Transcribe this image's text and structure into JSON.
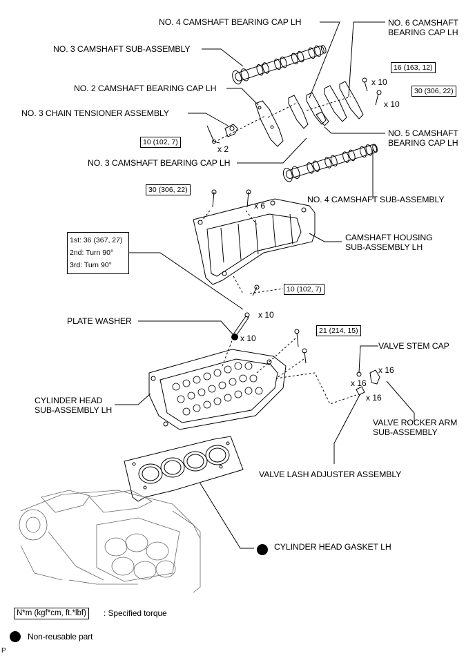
{
  "labels": {
    "no4_cap": "NO. 4 CAMSHAFT BEARING CAP LH",
    "no6_cap_1": "NO. 6 CAMSHAFT",
    "no6_cap_2": "BEARING CAP LH",
    "no3_sub": "NO. 3 CAMSHAFT SUB-ASSEMBLY",
    "no2_cap": "NO. 2 CAMSHAFT BEARING CAP LH",
    "no3_tensioner": "NO. 3 CHAIN TENSIONER ASSEMBLY",
    "no5_cap_1": "NO. 5 CAMSHAFT",
    "no5_cap_2": "BEARING CAP LH",
    "no3_cap": "NO. 3 CAMSHAFT BEARING CAP LH",
    "no4_sub": "NO. 4 CAMSHAFT SUB-ASSEMBLY",
    "housing_1": "CAMSHAFT HOUSING",
    "housing_2": "SUB-ASSEMBLY LH",
    "plate_washer": "PLATE WASHER",
    "valve_stem_cap": "VALVE STEM CAP",
    "cyl_head_1": "CYLINDER HEAD",
    "cyl_head_2": "SUB-ASSEMBLY LH",
    "rocker_1": "VALVE ROCKER ARM",
    "rocker_2": "SUB-ASSEMBLY",
    "lash_adjuster": "VALVE LASH ADJUSTER ASSEMBLY",
    "gasket": "CYLINDER HEAD GASKET LH"
  },
  "torques": {
    "t16": "16 (163, 12)",
    "t30a": "30 (306, 22)",
    "t10a": "10 (102, 7)",
    "t30b": "30 (306, 22)",
    "t10b": "10 (102, 7)",
    "t21": "21 (214, 15)",
    "step1": "1st: 36 (367, 27)",
    "step2": "2nd: Turn 90°",
    "step3": "3rd: Turn 90°"
  },
  "quantities": {
    "q_x10_a": "x 10",
    "q_x10_b": "x 10",
    "q_x2": "x 2",
    "q_x6": "x 6",
    "q_x10_c": "x 10",
    "q_x10_d": "x 10",
    "q_x16_a": "x 16",
    "q_x16_b": "x 16",
    "q_x16_c": "x 16"
  },
  "legend": {
    "torque_unit": "N*m (kgf*cm, ft.*lbf)",
    "torque_desc": ": Specified torque",
    "nonreusable_desc": "Non-reusable part"
  },
  "footer_mark": "P"
}
